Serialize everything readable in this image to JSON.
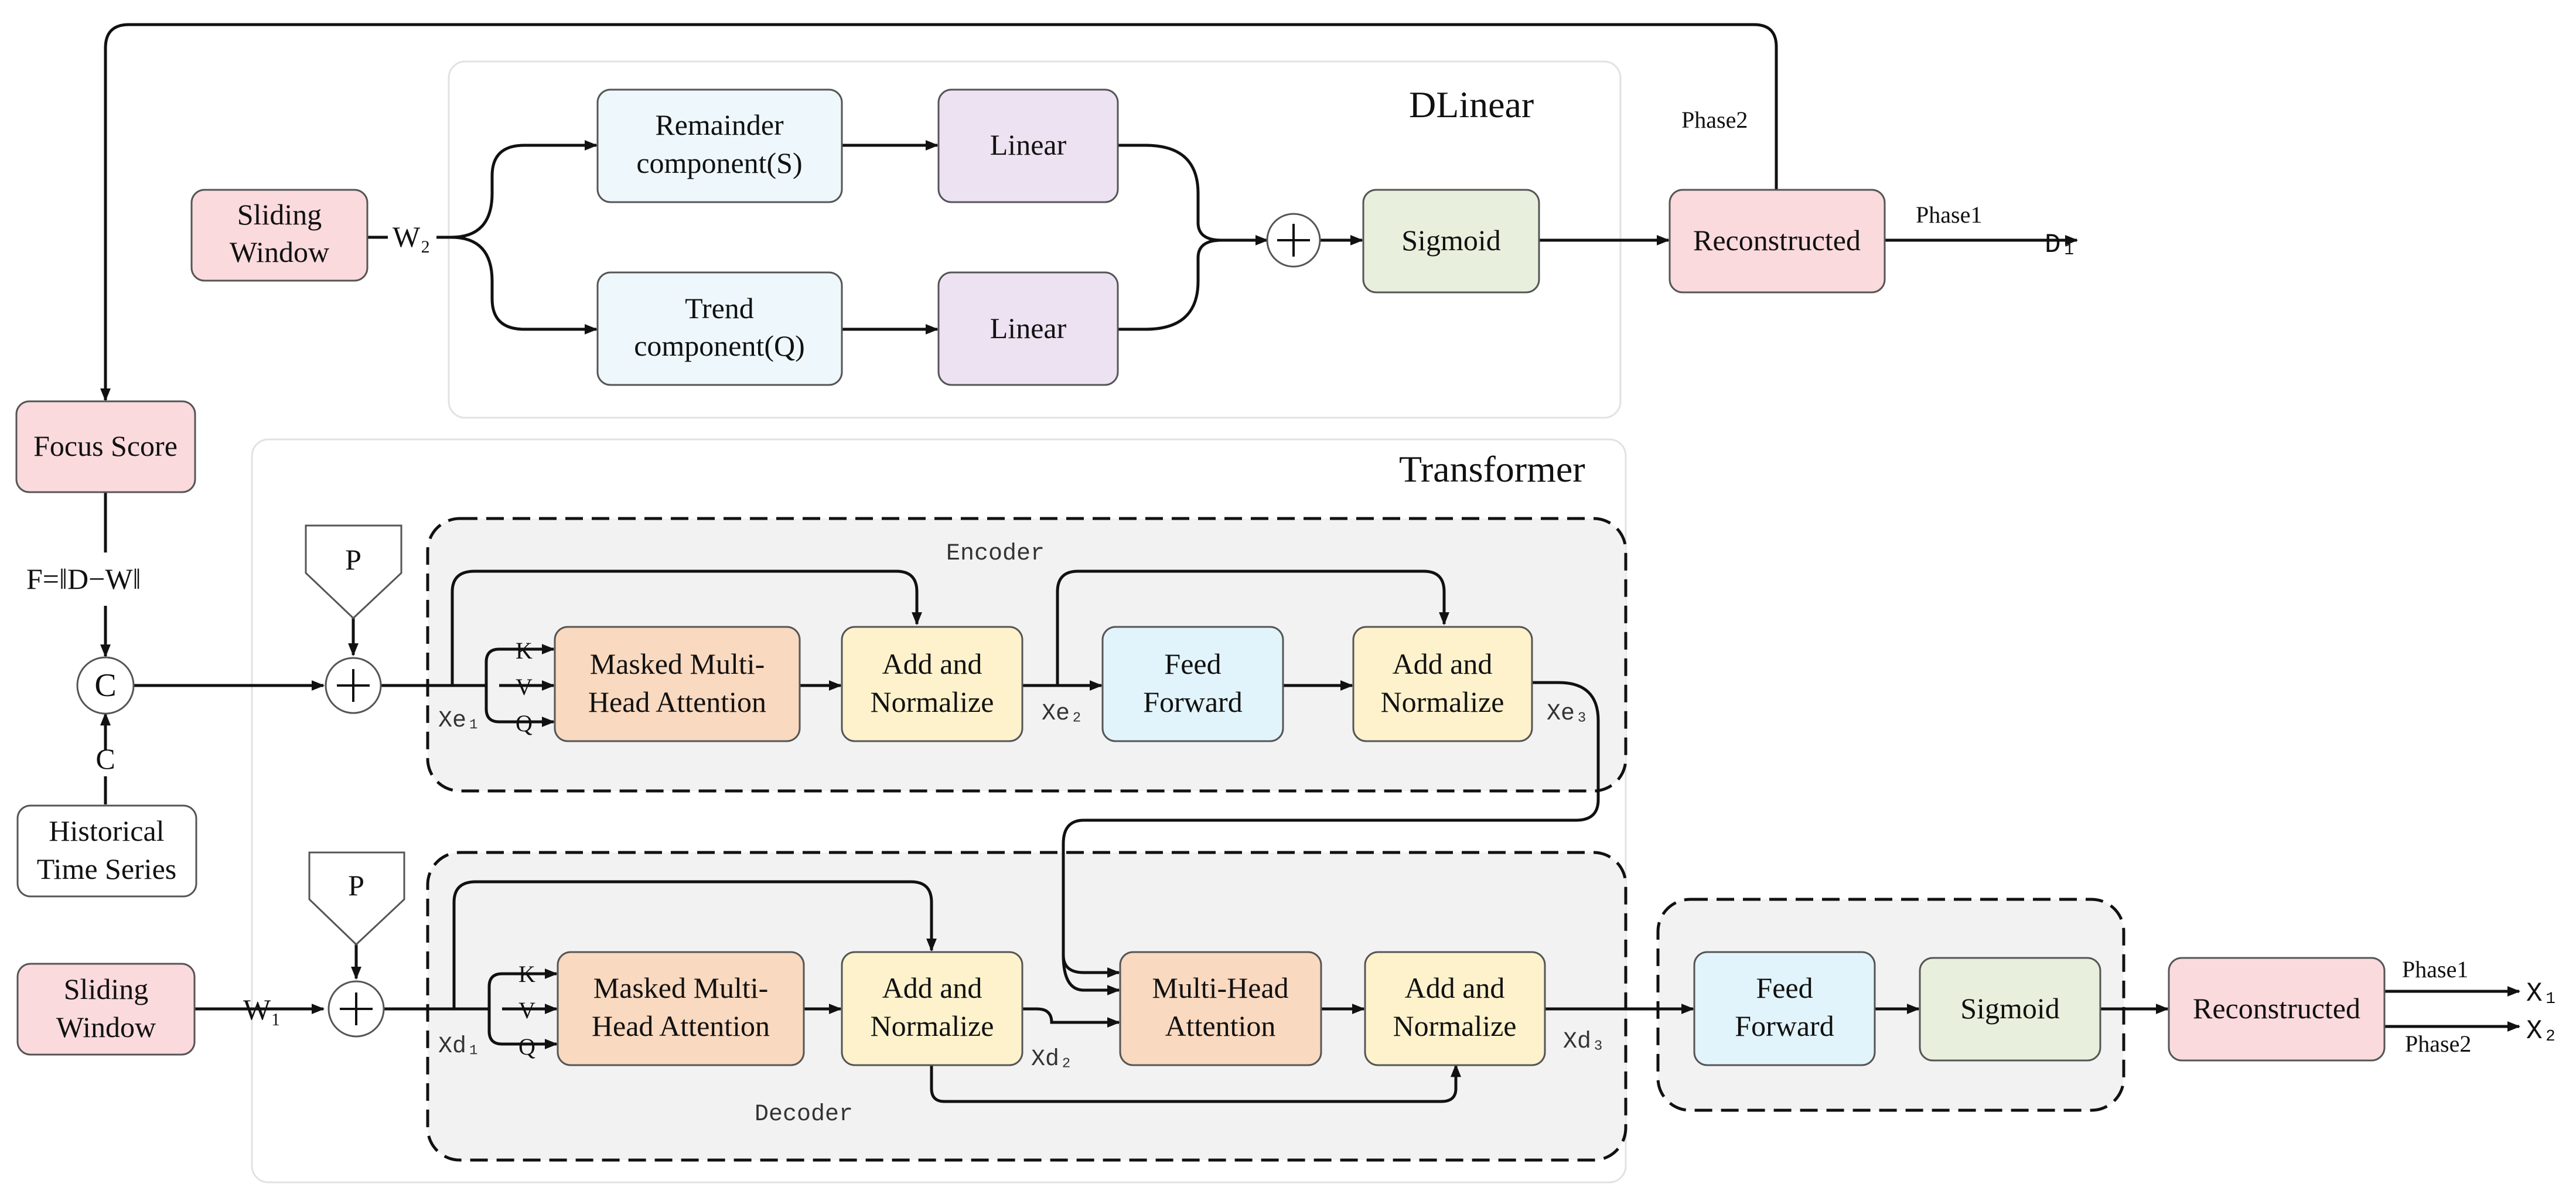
{
  "titles": {
    "dlinear": "DLinear",
    "transformer": "Transformer",
    "encoder": "Encoder",
    "decoder": "Decoder"
  },
  "nodes": {
    "sliding_window_top": [
      "Sliding",
      "Window"
    ],
    "remainder": [
      "Remainder",
      "component(S)"
    ],
    "trend": [
      "Trend",
      "component(Q)"
    ],
    "linear_top": "Linear",
    "linear_bottom": "Linear",
    "sigmoid_top": "Sigmoid",
    "reconstructed_top": "Reconstructed",
    "focus_score": "Focus Score",
    "historical": [
      "Historical",
      "Time Series"
    ],
    "sliding_window_bottom": [
      "Sliding",
      "Window"
    ],
    "enc_masked_attention": [
      "Masked Multi-",
      "Head Attention"
    ],
    "enc_add_norm_1": [
      "Add and",
      "Normalize"
    ],
    "enc_feed_forward": [
      "Feed",
      "Forward"
    ],
    "enc_add_norm_2": [
      "Add and",
      "Normalize"
    ],
    "dec_masked_attention": [
      "Masked Multi-",
      "Head Attention"
    ],
    "dec_add_norm_1": [
      "Add and",
      "Normalize"
    ],
    "dec_multihead_attention": [
      "Multi-Head",
      "Attention"
    ],
    "dec_add_norm_2": [
      "Add and",
      "Normalize"
    ],
    "out_feed_forward": [
      "Feed",
      "Forward"
    ],
    "sigmoid_bottom": "Sigmoid",
    "reconstructed_bottom": "Reconstructed",
    "pos_enc_top": "P",
    "pos_enc_bottom": "P",
    "concat": "C"
  },
  "labels": {
    "w2": "W₂",
    "w1": "W₁",
    "phase2_top": "Phase2",
    "phase1_top": "Phase1",
    "d1": "D₁",
    "formula": "F=‖D−W‖",
    "c_label": "C",
    "xe1": "Xe₁",
    "xe2": "Xe₂",
    "xe3": "Xe₃",
    "xd1": "Xd₁",
    "xd2": "Xd₂",
    "xd3": "Xd₃",
    "k1": "K",
    "v1": "V",
    "q1": "Q",
    "k2": "K",
    "v2": "V",
    "q2": "Q",
    "phase1_bottom": "Phase1",
    "phase2_bottom": "Phase2",
    "x1": "X₁",
    "x2": "X₂"
  },
  "colors": {
    "pink": "#fadadd",
    "lightblue": "#eef7fc",
    "lavender": "#ede2f1",
    "green": "#e8efdc",
    "orange": "#f9d9bf",
    "yellow": "#fef2cc",
    "cyan": "#e2f4fb",
    "gray_region": "#f2f2f2",
    "stroke": "#555555"
  }
}
